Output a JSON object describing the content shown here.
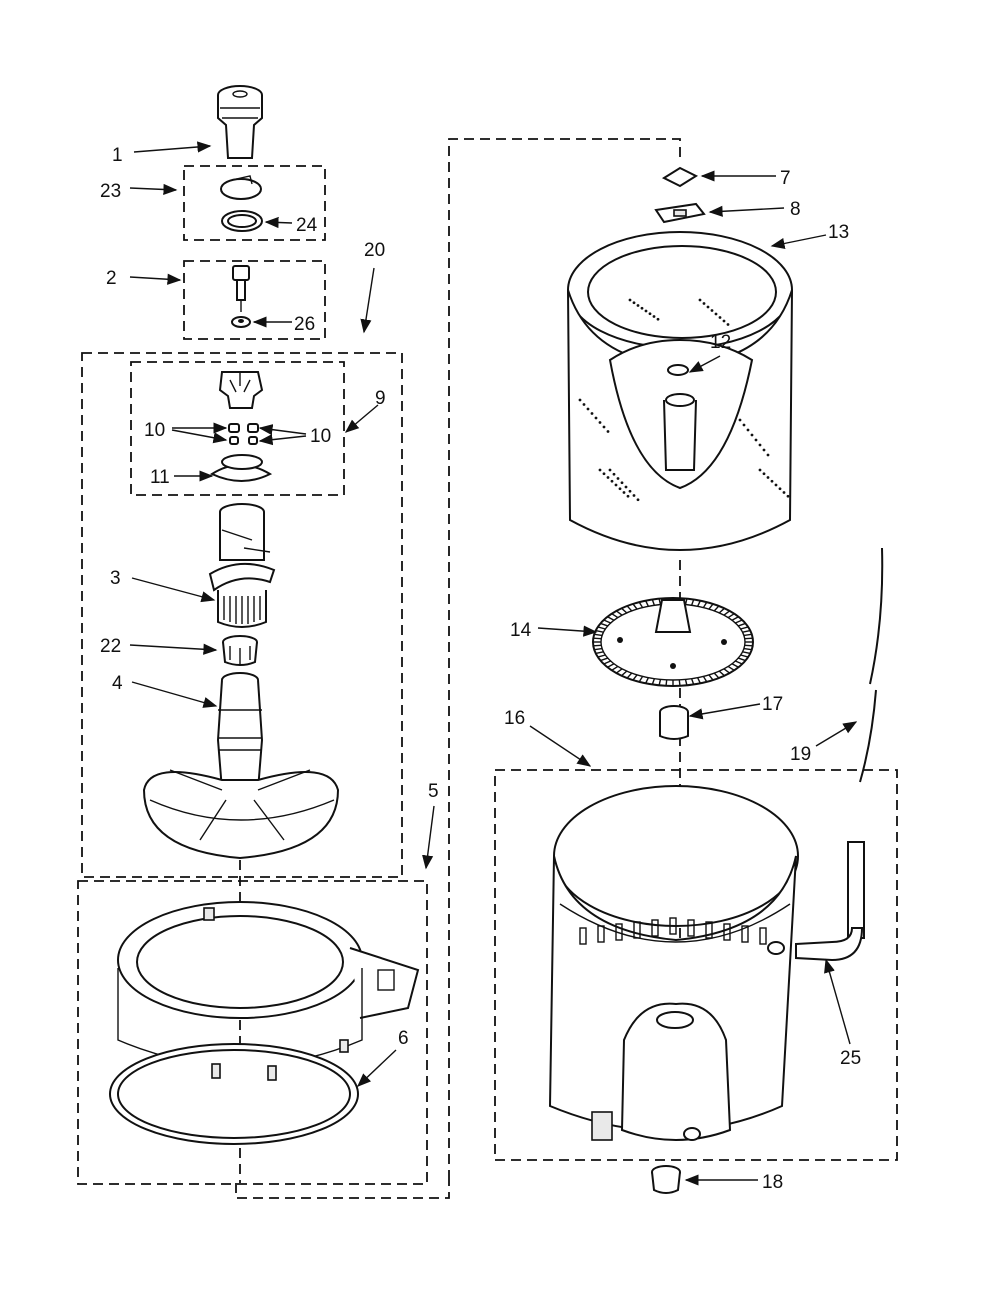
{
  "callouts": [
    {
      "id": "p1",
      "text": "1"
    },
    {
      "id": "p23",
      "text": "23"
    },
    {
      "id": "p24",
      "text": "24"
    },
    {
      "id": "p2",
      "text": "2"
    },
    {
      "id": "p26",
      "text": "26"
    },
    {
      "id": "p20",
      "text": "20"
    },
    {
      "id": "p9",
      "text": "9"
    },
    {
      "id": "p10a",
      "text": "10"
    },
    {
      "id": "p10b",
      "text": "10"
    },
    {
      "id": "p11",
      "text": "11"
    },
    {
      "id": "p3",
      "text": "3"
    },
    {
      "id": "p22",
      "text": "22"
    },
    {
      "id": "p4",
      "text": "4"
    },
    {
      "id": "p5",
      "text": "5"
    },
    {
      "id": "p6",
      "text": "6"
    },
    {
      "id": "p7",
      "text": "7"
    },
    {
      "id": "p8",
      "text": "8"
    },
    {
      "id": "p13",
      "text": "13"
    },
    {
      "id": "p12",
      "text": "12"
    },
    {
      "id": "p14",
      "text": "14"
    },
    {
      "id": "p17",
      "text": "17"
    },
    {
      "id": "p16",
      "text": "16"
    },
    {
      "id": "p19",
      "text": "19"
    },
    {
      "id": "p25",
      "text": "25"
    },
    {
      "id": "p18",
      "text": "18"
    }
  ]
}
